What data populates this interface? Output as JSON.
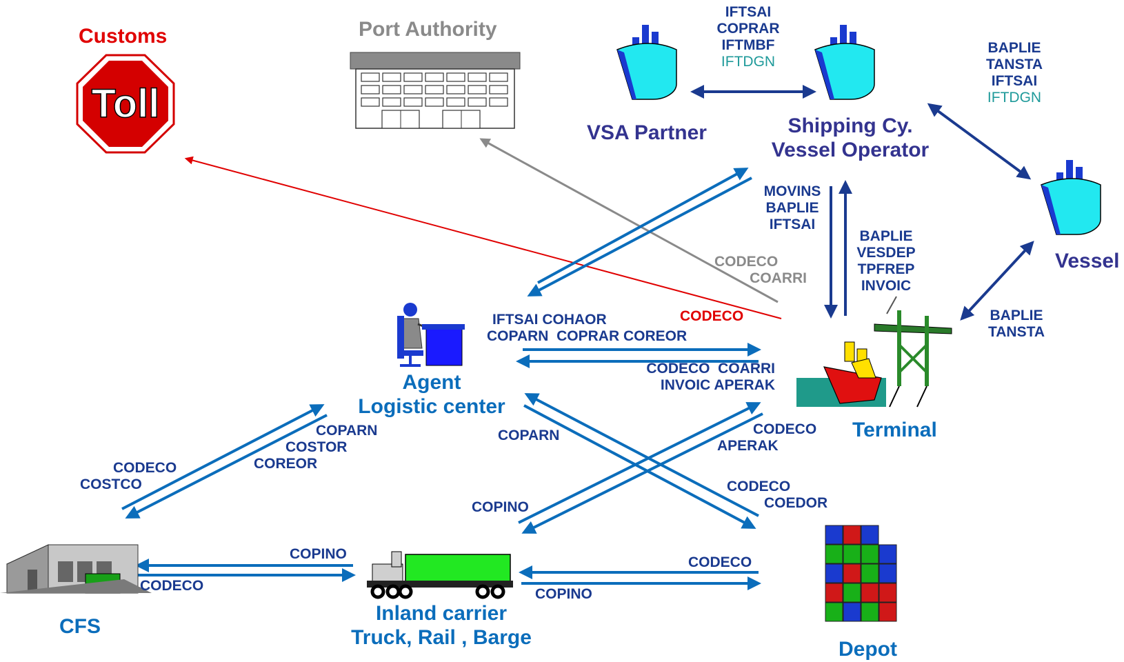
{
  "nodes": {
    "customs": "Customs",
    "toll_sign": "Toll",
    "port_authority": "Port Authority",
    "vsa_partner": "VSA Partner",
    "shipping_line1": "Shipping Cy.",
    "shipping_line2": "Vessel Operator",
    "vessel": "Vessel",
    "terminal": "Terminal",
    "agent_line1": "Agent",
    "agent_line2": "Logistic center",
    "cfs": "CFS",
    "inland_line1": "Inland carrier",
    "inland_line2": "Truck, Rail , Barge",
    "depot": "Depot"
  },
  "messages": {
    "vsa_shipping": [
      "IFTSAI",
      "COPRAR",
      "IFTMBF"
    ],
    "vsa_shipping_extra": "IFTDGN",
    "shipping_vessel": [
      "BAPLIE",
      "TANSTA",
      "IFTSAI"
    ],
    "shipping_vessel_extra": "IFTDGN",
    "shipping_to_terminal": [
      "MOVINS",
      "BAPLIE",
      "IFTSAI"
    ],
    "terminal_to_shipping": [
      "BAPLIE",
      "VESDEP",
      "TPFREP",
      "INVOIC"
    ],
    "terminal_vessel": [
      "BAPLIE",
      "TANSTA"
    ],
    "terminal_port_authority": [
      "CODECO",
      "COARRI"
    ],
    "terminal_customs": "CODECO",
    "agent_to_terminal": [
      "IFTSAI COHAOR",
      "COPARN  COPRAR COREOR"
    ],
    "terminal_to_agent": [
      "CODECO  COARRI",
      "INVOIC APERAK"
    ],
    "agent_to_cfs": [
      "COPARN",
      "COSTOR",
      "COREOR"
    ],
    "cfs_to_agent": [
      "CODECO",
      "COSTCO"
    ],
    "agent_to_depot": "COPARN",
    "depot_to_agent": [
      "CODECO",
      "COEDOR"
    ],
    "inland_to_terminal": "COPINO",
    "terminal_to_inland": [
      "CODECO",
      "APERAK"
    ],
    "inland_to_cfs": "COPINO",
    "cfs_to_inland": "CODECO",
    "depot_to_inland": "CODECO",
    "inland_to_depot": "COPINO"
  },
  "colors": {
    "dark_blue": "#1a3a8f",
    "mid_blue": "#0b6dbb",
    "red": "#e00000",
    "grey": "#8a8a8a",
    "teal": "#1f9a9a"
  }
}
